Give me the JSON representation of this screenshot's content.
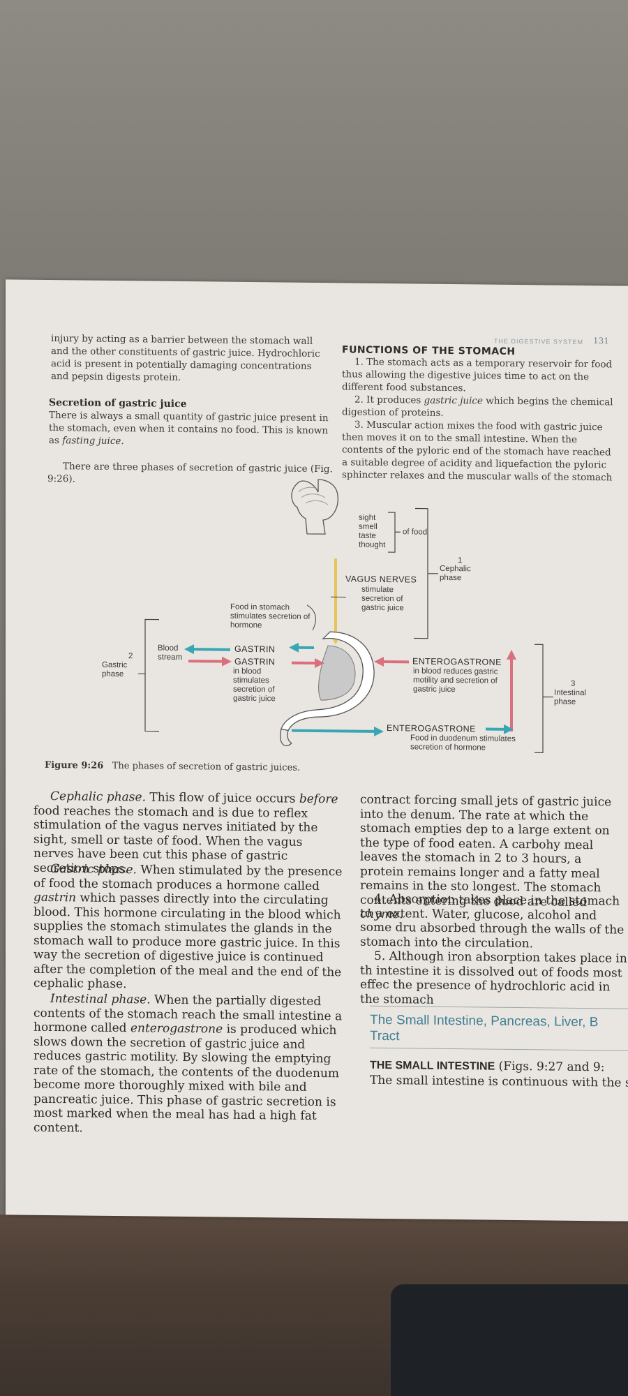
{
  "header": {
    "running_title": "THE DIGESTIVE SYSTEM",
    "page_number": "131"
  },
  "left_top": {
    "para1": "injury by acting as a barrier between the stomach wall and the other constituents of gastric juice. Hydrochloric acid is present in potentially damaging concentrations and pepsin digests protein.",
    "sec_heading": "Secretion of gastric juice",
    "para2_a": "There is always a small quantity of gastric juice present in the stomach, even when it contains no food. This is known as ",
    "para2_em": "fasting juice.",
    "para3": "There are three phases of secretion of gastric juice (Fig. 9:26)."
  },
  "right_top": {
    "heading": "FUNCTIONS OF THE STOMACH",
    "item1": "1. The stomach acts as a temporary reservoir for food thus allowing the digestive juices time to act on the different food substances.",
    "item2_a": "2. It produces ",
    "item2_em": "gastric juice",
    "item2_b": " which begins the chemical digestion of proteins.",
    "item3": "3. Muscular action mixes the food with gastric juice then moves it on to the small intestine. When the contents of the pyloric end of the stomach have reached a suitable degree of acidity and liquefaction the pyloric sphincter relaxes and the muscular walls of the stomach"
  },
  "figure": {
    "senses": [
      "sight",
      "smell",
      "taste",
      "thought"
    ],
    "of_food": "of food",
    "cephalic_num": "1",
    "cephalic_label": "Cephalic phase",
    "vagus": "VAGUS NERVES",
    "vagus_sub": "stimulate secretion of gastric juice",
    "food_stomach": "Food in stomach stimulates secretion of hormone",
    "gastric_num": "2",
    "gastric_label": "Gastric phase",
    "blood_stream": "Blood stream",
    "gastrin": "GASTRIN",
    "gastrin2": "GASTRIN",
    "gastrin_sub": "in blood stimulates secretion of gastric juice",
    "entero1": "ENTEROGASTRONE",
    "entero1_sub": "in blood reduces gastric motility and secretion of gastric juice",
    "intestinal_num": "3",
    "intestinal_label": "Intestinal phase",
    "entero2": "ENTEROGASTRONE",
    "entero2_sub": "Food in duodenum stimulates secretion of hormone",
    "caption_num": "Figure 9:26",
    "caption_text": "The phases of secretion of gastric juices.",
    "colors": {
      "teal": "#3aa6b4",
      "pink": "#d9707e",
      "yellow": "#e8c25a"
    }
  },
  "left_bottom": {
    "ceph_em": "Cephalic phase.",
    "ceph_a": " This flow of juice occurs ",
    "ceph_em2": "before",
    "ceph_b": " food reaches the stomach and is due to reflex stimulation of the vagus nerves initiated by the sight, smell or taste of food. When the vagus nerves have been cut this phase of gastric secretion stops.",
    "gast_em": "Gastric phase.",
    "gast_a": " When stimulated by the presence of food the stomach produces a hormone called ",
    "gast_em2": "gastrin",
    "gast_b": " which passes directly into the circulating blood. This hormone circulating in the blood which supplies the stomach stimulates the glands in the stomach wall to produce more gastric juice. In this way the secretion of digestive juice is continued after the completion of the meal and the end of the cephalic phase.",
    "int_em": "Intestinal phase.",
    "int_a": " When the partially digested contents of the stomach reach the small intestine a hormone called ",
    "int_em2": "enterogastrone",
    "int_b": " is produced which slows down the secretion of gastric juice and reduces gastric motility. By slowing the emptying rate of the stomach, the contents of the duodenum become more thoroughly mixed with bile and pancreatic juice. This phase of gastric secretion is most marked when the meal has had a high fat content."
  },
  "right_bottom": {
    "p1_a": "contract forcing small jets of gastric juice into the denum. The rate at which the stomach empties dep to a large extent on the type of food eaten. A carbohy meal leaves the stomach in 2 to 3 hours, a protein remains longer and a fatty meal remains in the sto longest. The stomach contents entering the duod are called ",
    "p1_em": "chyme.",
    "p2": "4. Absorption takes place in the stomach to a extent. Water, glucose, alcohol and some dru absorbed through the walls of the stomach into the circulation.",
    "p3": "5. Although iron absorption takes place in th intestine it is dissolved out of foods most effec the presence of hydrochloric acid in the stomach",
    "section_title": "The Small Intestine, Pancreas, Liver, B Tract",
    "small_int_head": "THE SMALL INTESTINE",
    "small_int_ref": " (Figs. 9:27 and 9:",
    "small_int_text": "The small intestine is continuous with the stom"
  }
}
